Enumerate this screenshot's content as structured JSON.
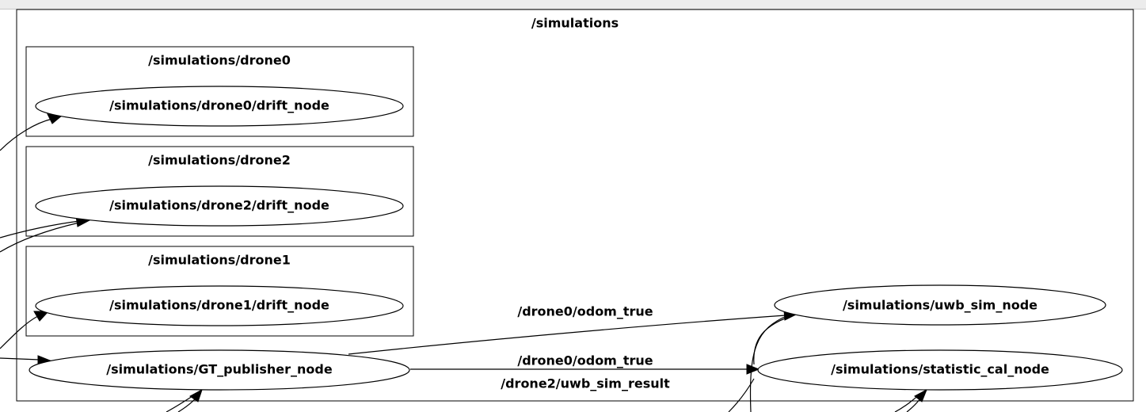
{
  "clusters": {
    "simulations": "/simulations",
    "drone0": "/simulations/drone0",
    "drone2": "/simulations/drone2",
    "drone1": "/simulations/drone1"
  },
  "nodes": {
    "drone0_drift": "/simulations/drone0/drift_node",
    "drone2_drift": "/simulations/drone2/drift_node",
    "drone1_drift": "/simulations/drone1/drift_node",
    "gt_publisher": "/simulations/GT_publisher_node",
    "uwb_sim": "/simulations/uwb_sim_node",
    "statistic_cal": "/simulations/statistic_cal_node"
  },
  "edges": {
    "gt_to_uwb": "/drone0/odom_true",
    "gt_to_stat": "/drone0/odom_true",
    "uwb_to_stat": "/drone2/uwb_sim_result"
  }
}
